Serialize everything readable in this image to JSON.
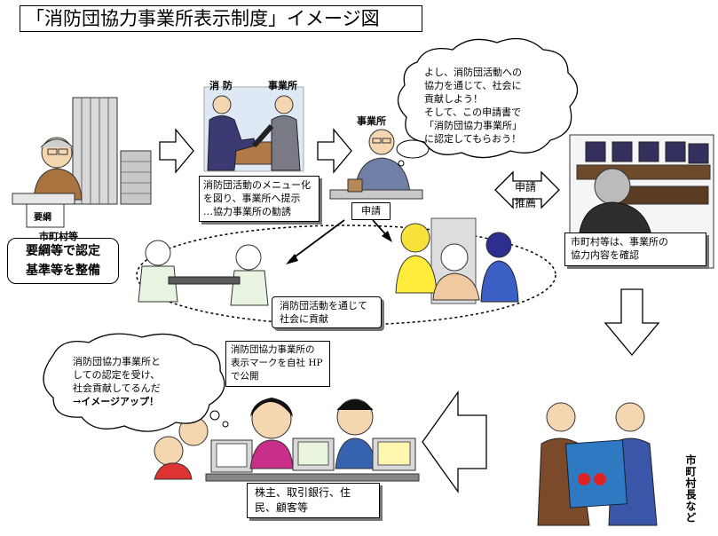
{
  "title": "「消防団協力事業所表示制度」イメージ図",
  "labels": {
    "fire_corps": "消 防",
    "business": "事業所",
    "business2": "事業所",
    "city_label": "市町村等",
    "city_box_line1": "要綱等で認定",
    "city_box_line2": "基準等を整備",
    "youkou": "要綱",
    "application": "申請",
    "apply_recommend_1": "申請",
    "apply_recommend_2": "推薦",
    "mayor": "市町村長など"
  },
  "boxes": {
    "menu_line1": "消防団活動のメニュー化",
    "menu_line2": "を図り、事業所へ提示",
    "menu_line3": "…協力事業所の勧誘",
    "confirm_line1": "市町村等は、事業所の",
    "confirm_line2": "協力内容を確認",
    "scroll_line1": "消防団活動を通じて",
    "scroll_line2": "社会に貢献",
    "mark_line1": "消防団協力事業所の",
    "mark_line2": "表示マークを自社 HP",
    "mark_line3": "で公開",
    "stake_line1": "株主、取引銀行、住",
    "stake_line2": "民、顧客等"
  },
  "bubbles": {
    "top_line1": "よし、消防団活動への",
    "top_line2": "協力を通じて、社会に",
    "top_line3": "貢献しよう！",
    "top_line4": "そして、この申請書で",
    "top_line5": "「消防団協力事業所」",
    "top_line6": "に認定してもらおう！",
    "left_line1": "消防団協力事業所と",
    "left_line2": "しての認定を受け、",
    "left_line3": "社会貢献してるんだ",
    "left_line4": "→イメージアップ！"
  }
}
